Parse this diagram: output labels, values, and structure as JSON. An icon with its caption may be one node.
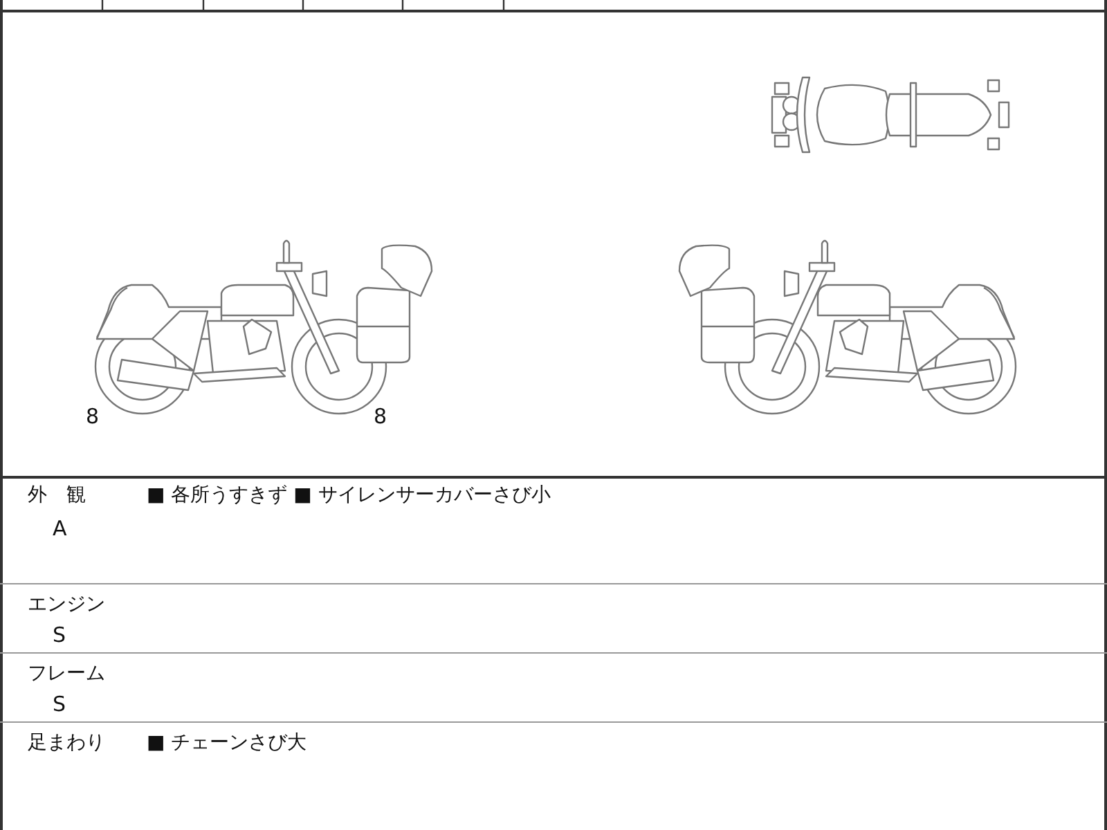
{
  "diagram": {
    "labels": [
      "8",
      "8",
      "外　観",
      "A",
      "■ 各所うすきず ■ サイレンサーカバーさび小",
      "エンジン",
      "S",
      "フレーム",
      "S",
      "足まわり",
      "■ チェーンさび大"
    ]
  }
}
